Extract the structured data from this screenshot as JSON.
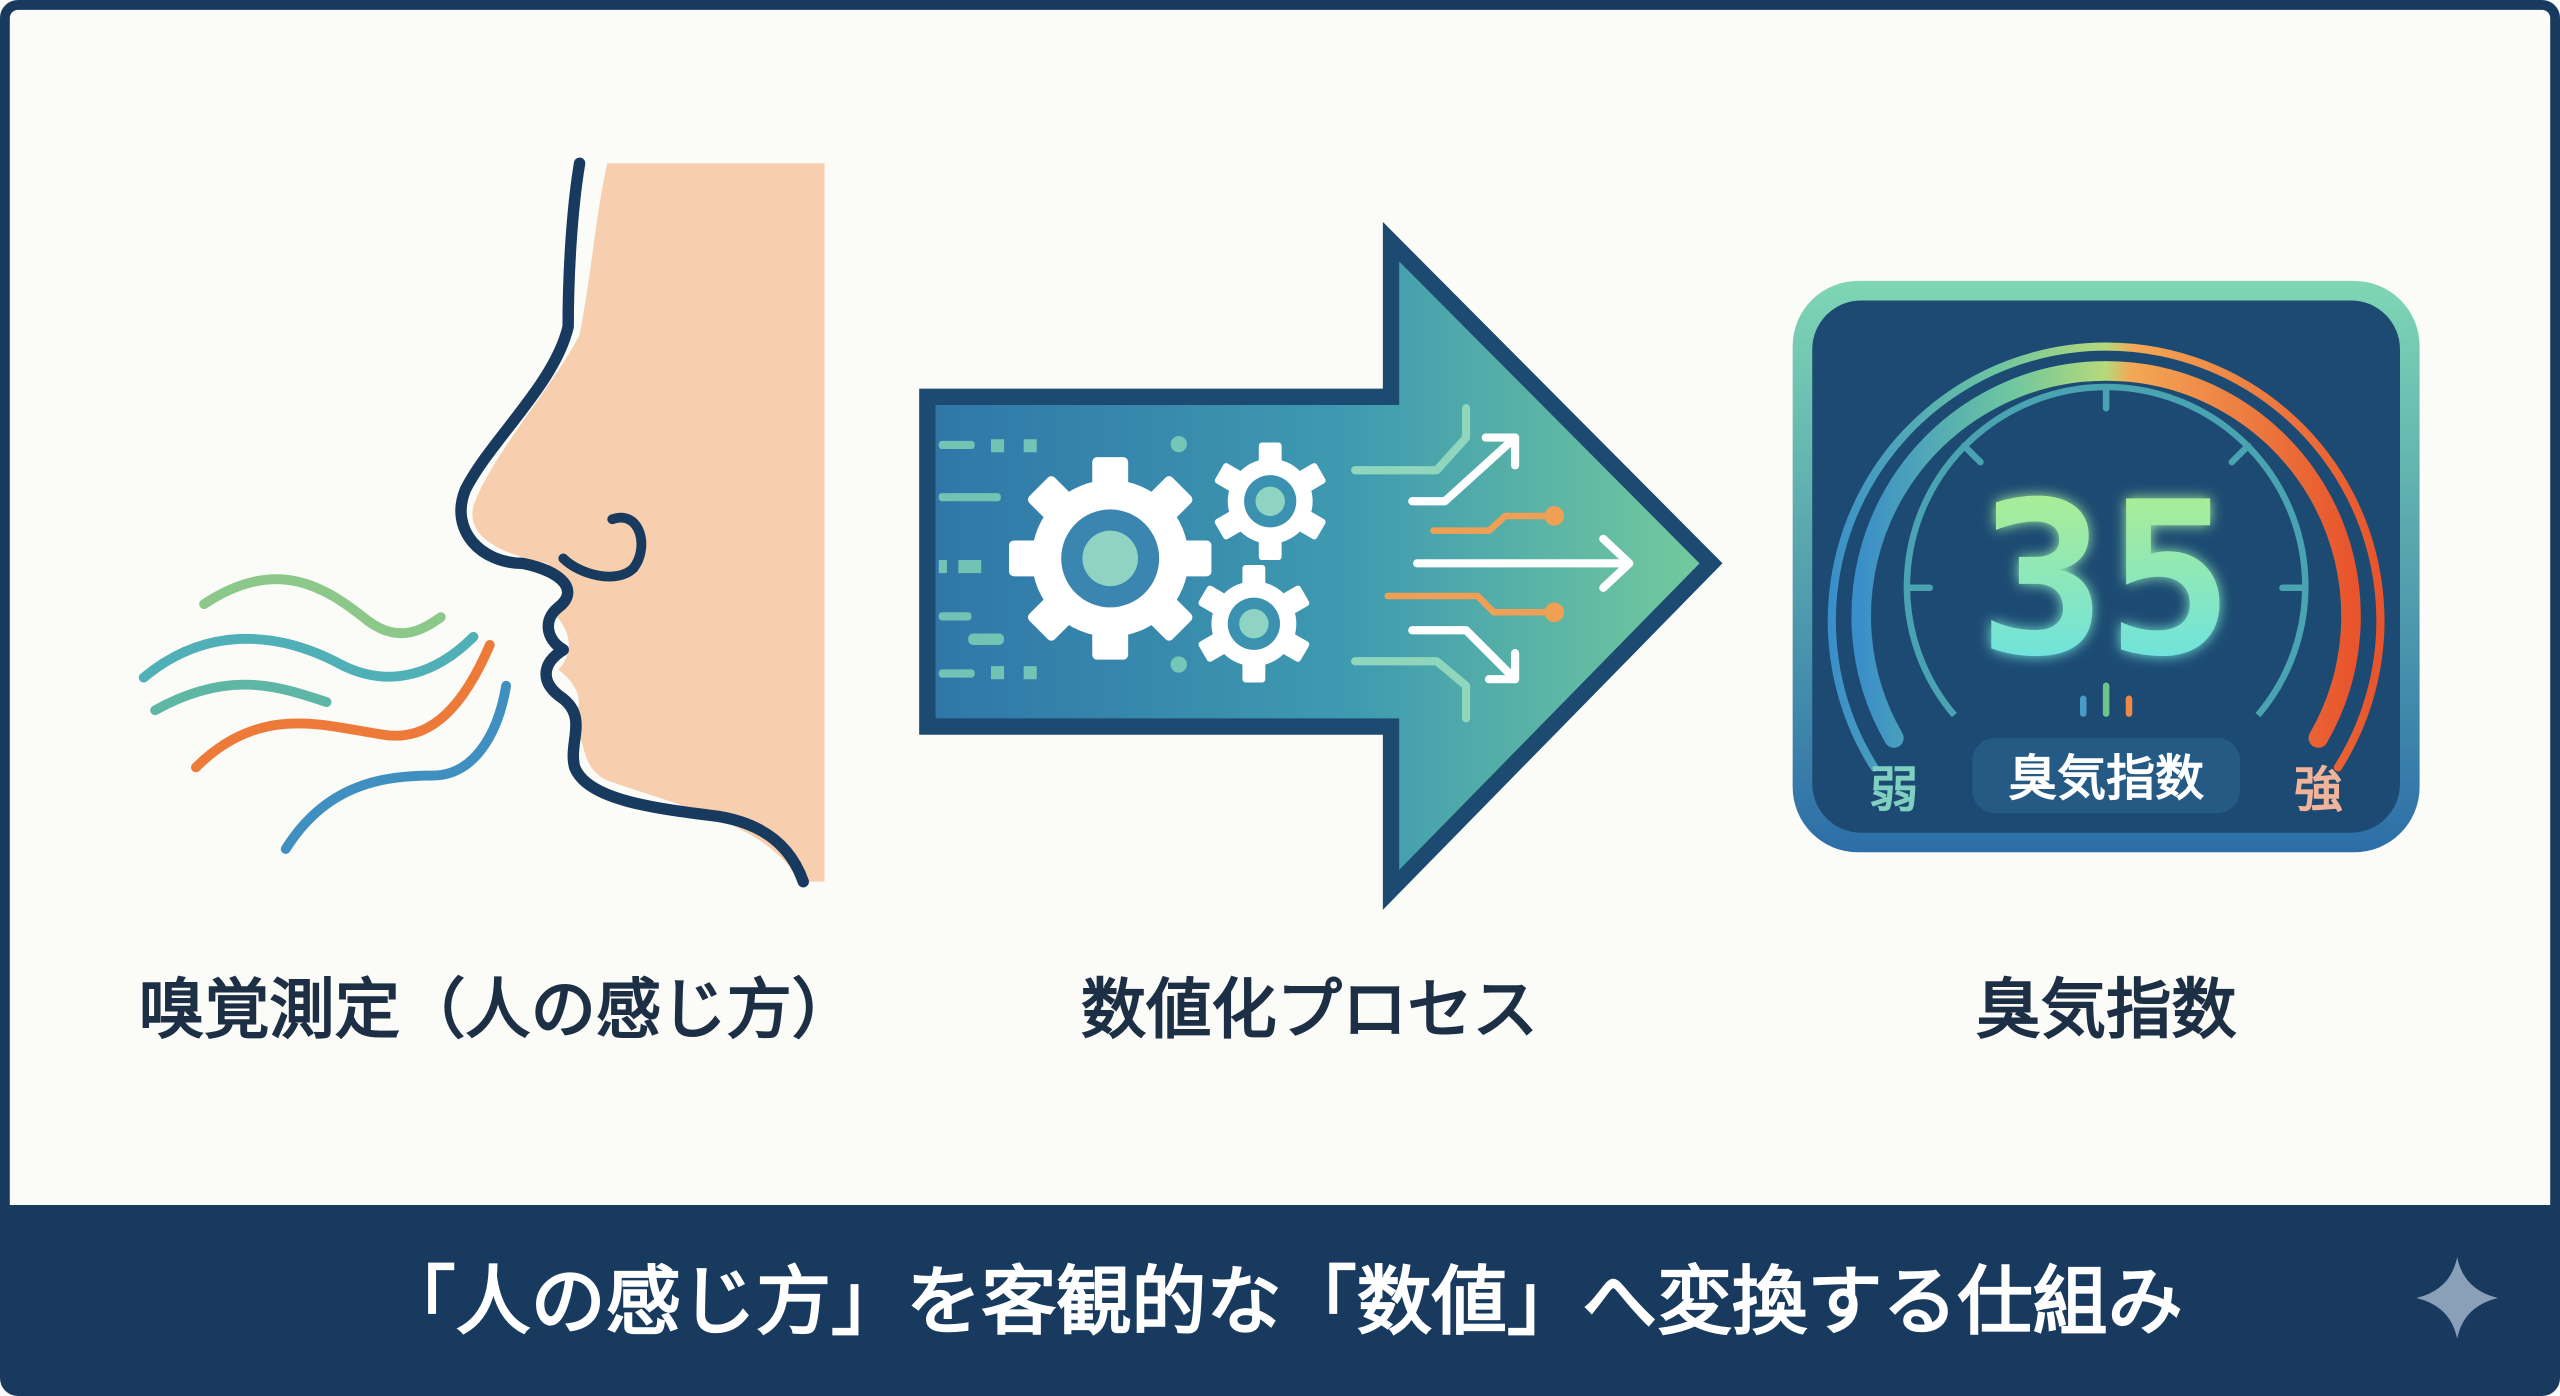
{
  "steps": [
    {
      "label": "嗅覚測定（人の感じ方）"
    },
    {
      "label": "数値化プロセス"
    },
    {
      "label": "臭気指数"
    }
  ],
  "gauge": {
    "value": "35",
    "title": "臭気指数",
    "low_label": "弱",
    "high_label": "強"
  },
  "caption": "「人の感じ方」を客観的な「数値」へ変換する仕組み",
  "colors": {
    "navy": "#183a5e",
    "teal": "#5fc3a8",
    "orange": "#ee7a3a",
    "skin": "#f8cfae",
    "background": "#fbfbf8"
  }
}
